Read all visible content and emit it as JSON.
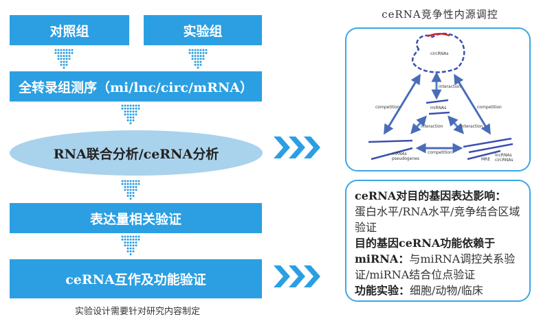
{
  "flow": {
    "control": "对照组",
    "experiment": "实验组",
    "sequencing": "全转录组测序（mi/lnc/circ/mRNA）",
    "analysis": "RNA联合分析/ceRNA分析",
    "validation": "表达量相关验证",
    "interaction": "ceRNA互作及功能验证",
    "caption": "实验设计需要针对研究内容制定"
  },
  "right": {
    "title": "ceRNA竞争性内源调控",
    "figure": {
      "circ": "circRNAs",
      "interaction": "interaction",
      "competition": "competition",
      "mirna": "miRNAs",
      "mrna1": "mRNAs",
      "mrna2": "pseudogenes",
      "lnc1": "lncRNAs",
      "lnc2": "circRNAs",
      "mre": "MRE"
    },
    "lines": [
      {
        "bold": "ceRNA对目的基因表达影响：",
        "text": ""
      },
      {
        "bold": "",
        "text": "蛋白水平/RNA水平/竞争结合区域验证"
      },
      {
        "bold": "目的基因ceRNA功能依赖于miRNA：",
        "text": "与miRNA调控关系验证/miRNA结合位点验证"
      },
      {
        "bold": "功能实验：",
        "text": "细胞/动物/临床"
      }
    ]
  },
  "colors": {
    "box": "#2b9fe2",
    "ellipse": "#a9d2ec",
    "chevron": "#2b9fe2"
  }
}
